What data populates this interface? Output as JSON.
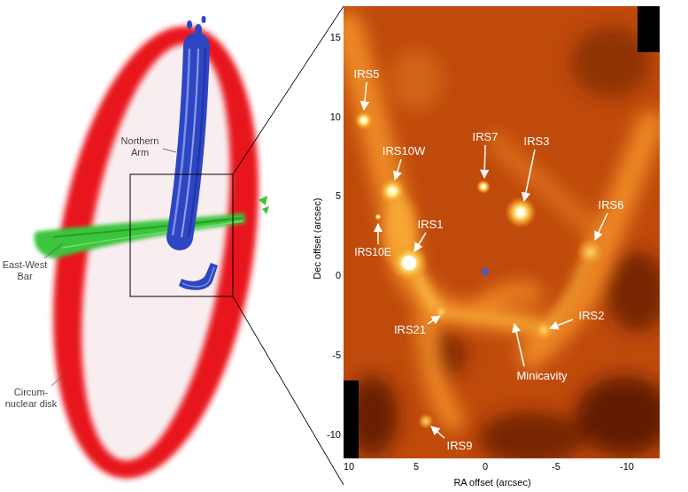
{
  "diagram": {
    "labels": [
      "Northern Arm",
      "East-West Bar",
      "Circum- nuclear disk",
      "IRS5",
      "IRS10W",
      "IRS7",
      "IRS3",
      "IRS6",
      "IRS1",
      "IRS10E",
      "IRS21",
      "IRS2",
      "Minicavity",
      "IRS9",
      "Dec offset (arcsec)",
      "RA offset (arcsec)",
      "15",
      "10",
      "5",
      "0",
      "-5",
      "-10",
      "10",
      "5",
      "0",
      "-5",
      "-10"
    ]
  }
}
